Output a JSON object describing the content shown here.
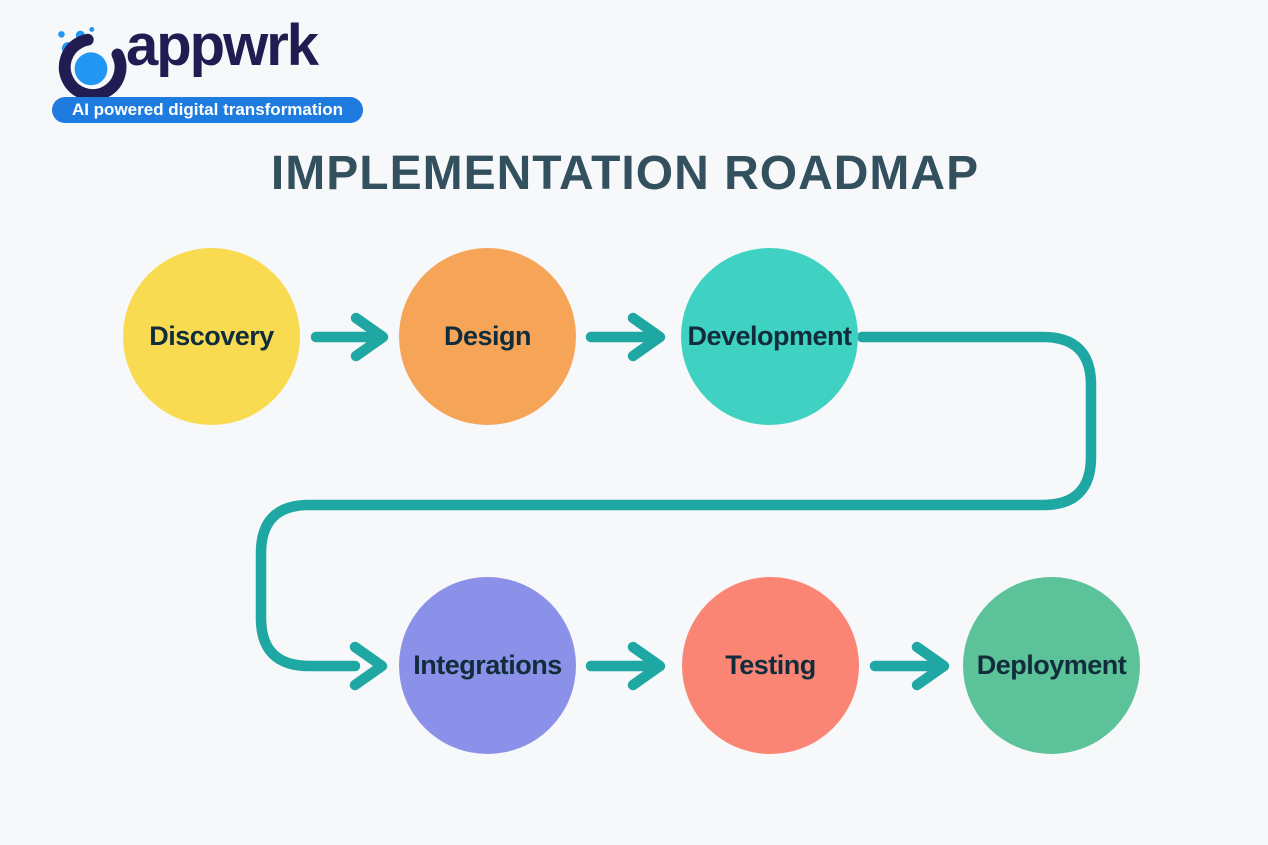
{
  "page": {
    "background": "#f7f8f9"
  },
  "logo": {
    "brand": "appwrk",
    "tagline": "AI powered digital transformation",
    "colors": {
      "brand_text": "#211c52",
      "icon_ring": "#211c52",
      "icon_dot": "#2196f3",
      "tagline_bg": "#1e7ce0",
      "tagline_text": "#ffffff"
    }
  },
  "title": {
    "text": "IMPLEMENTATION ROADMAP",
    "color": "#33505f"
  },
  "roadmap": {
    "arrow_color": "#1ea7a3",
    "label_color": "#112d3c",
    "steps": [
      {
        "label": "Discovery",
        "color": "#f9db52"
      },
      {
        "label": "Design",
        "color": "#f6a458"
      },
      {
        "label": "Development",
        "color": "#3fd1c1"
      },
      {
        "label": "Integrations",
        "color": "#8b90e8"
      },
      {
        "label": "Testing",
        "color": "#fb8575"
      },
      {
        "label": "Deployment",
        "color": "#5bc299"
      }
    ]
  }
}
